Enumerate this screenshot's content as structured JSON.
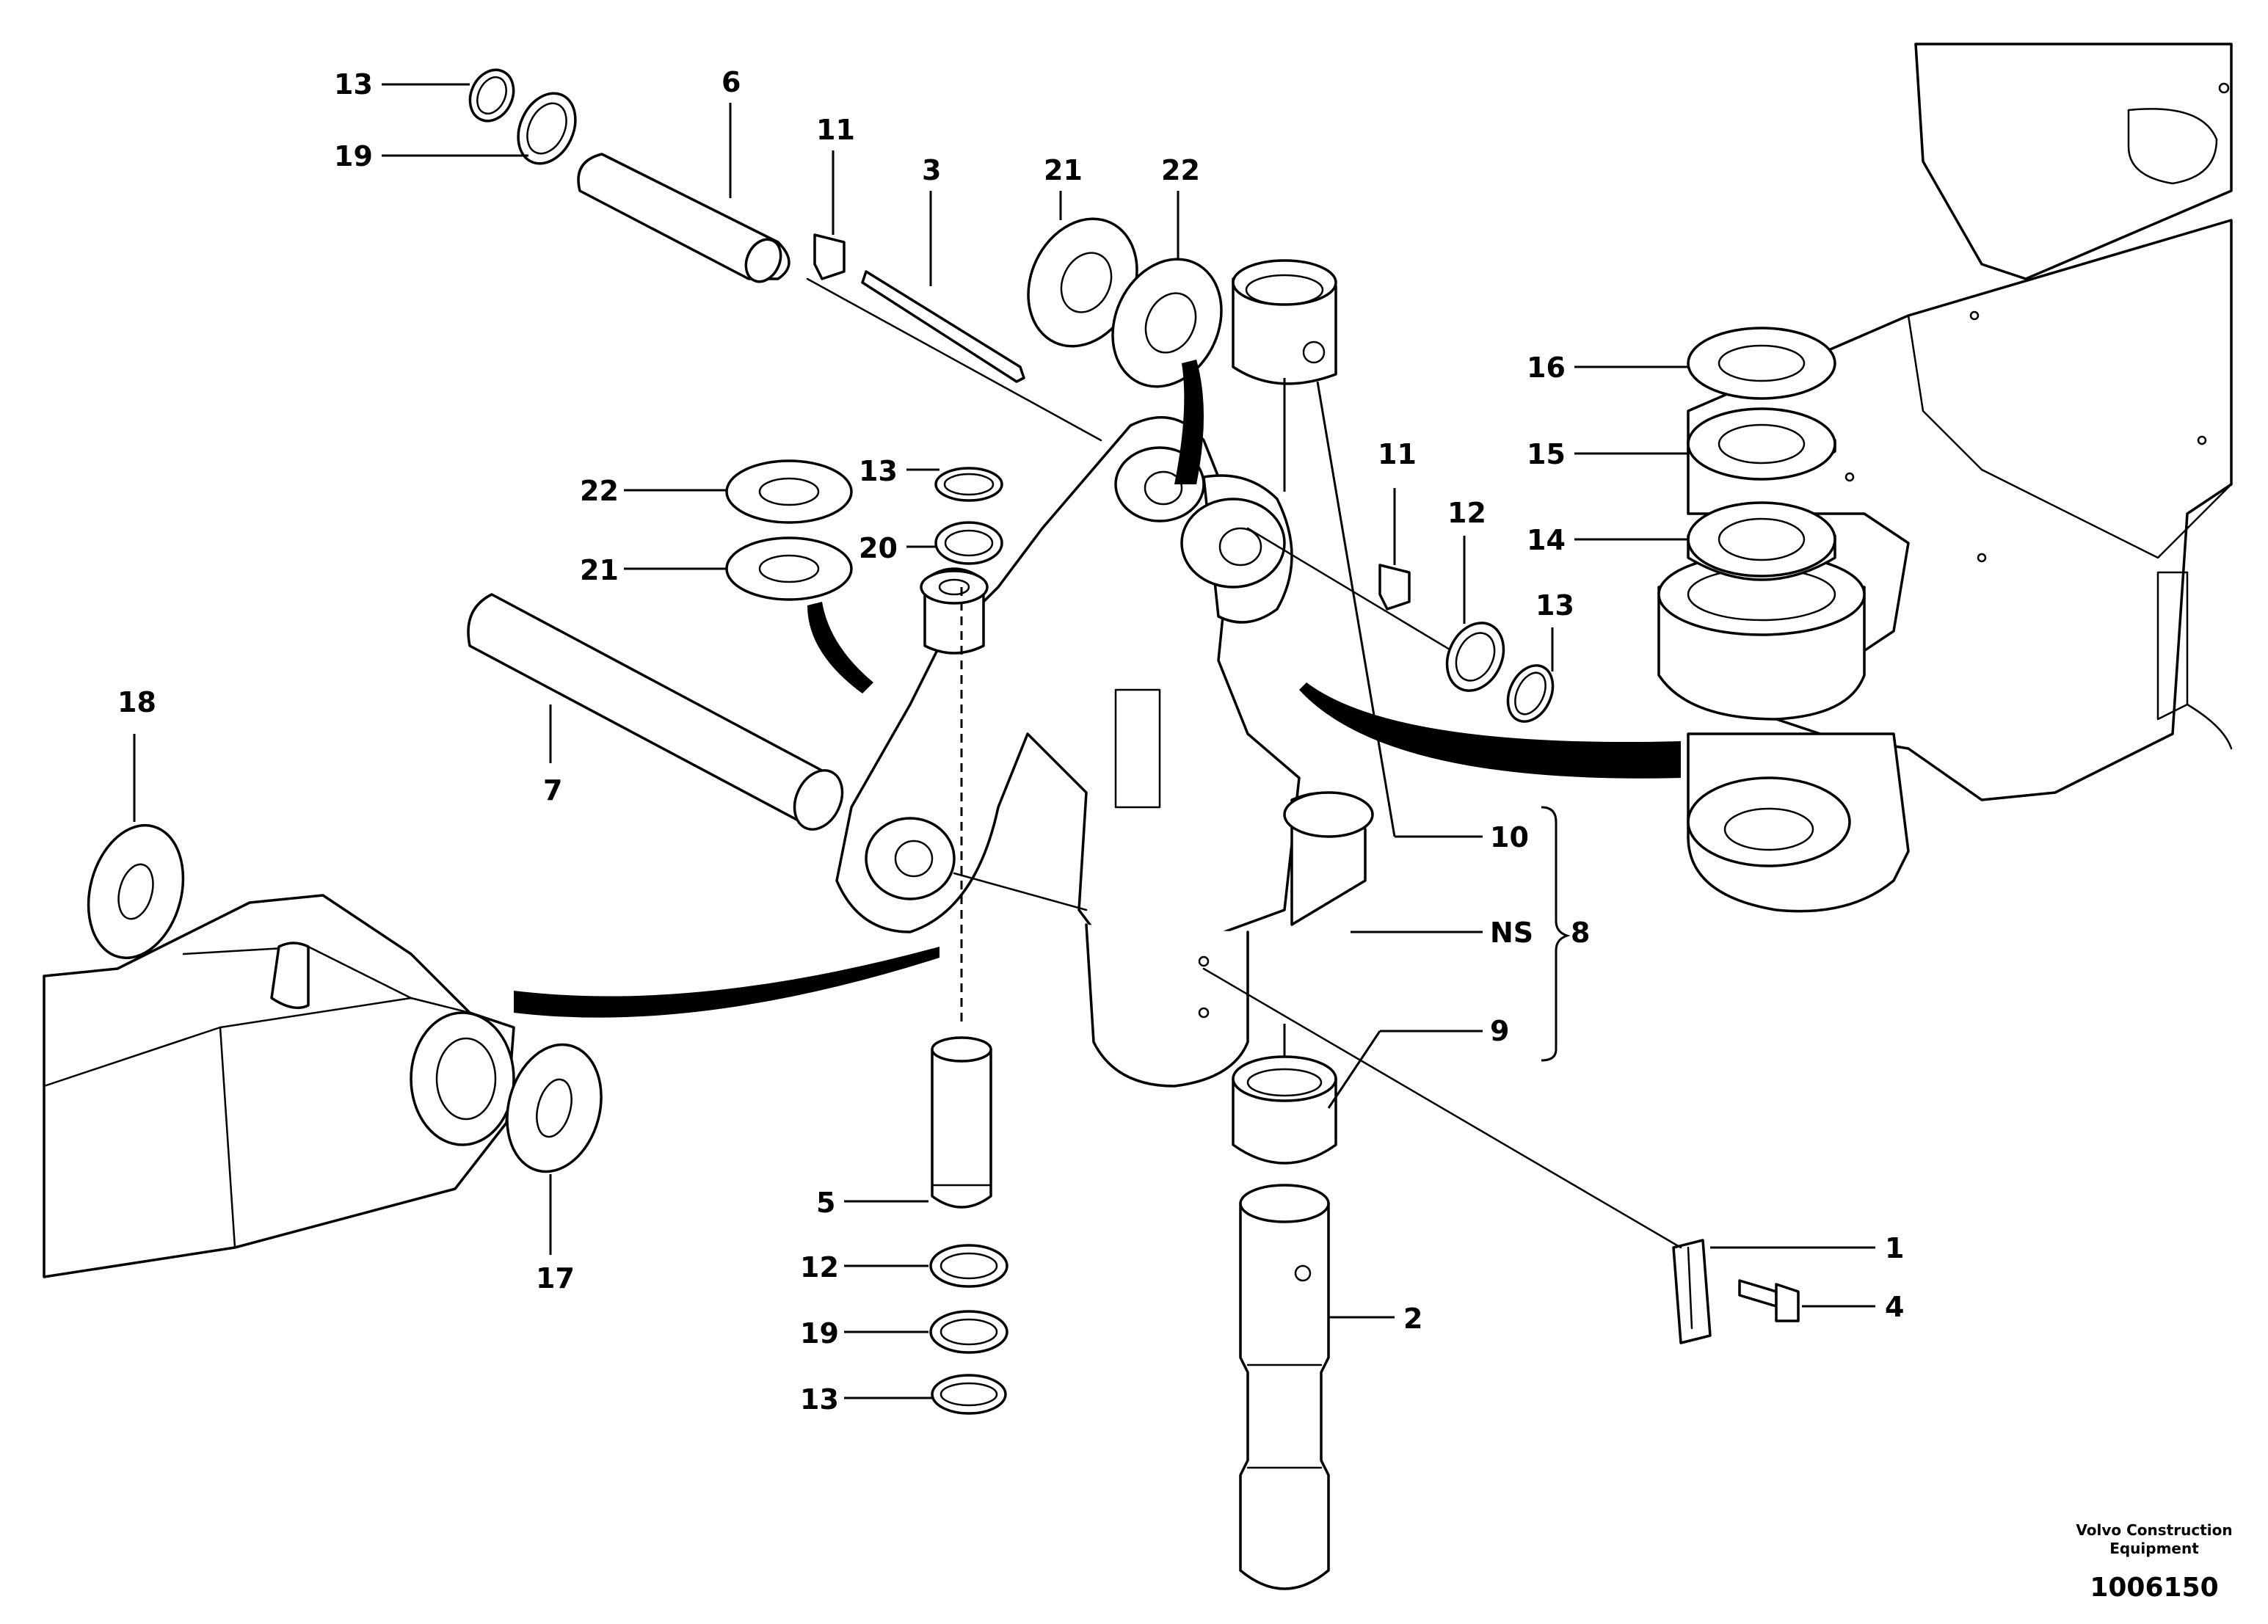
{
  "labels": {
    "p13a": "13",
    "p19a": "19",
    "p6": "6",
    "p11a": "11",
    "p3": "3",
    "p21a": "21",
    "p22a": "22",
    "p16": "16",
    "p15": "15",
    "p14": "14",
    "p22b": "22",
    "p13b": "13",
    "p20": "20",
    "p21b": "21",
    "p11b": "11",
    "p12a": "12",
    "p13c": "13",
    "p18": "18",
    "p7": "7",
    "p10": "10",
    "pNS": "NS",
    "p8": "8",
    "p9": "9",
    "p17": "17",
    "p5": "5",
    "p12b": "12",
    "p19b": "19",
    "p13d": "13",
    "p1": "1",
    "p2": "2",
    "p4": "4"
  },
  "credit": {
    "line1": "Volvo Construction",
    "line2": "Equipment"
  },
  "drawing_number": "1006150"
}
